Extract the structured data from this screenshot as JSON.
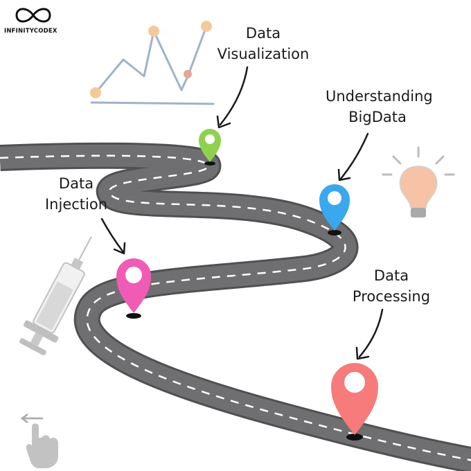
{
  "brand": {
    "name": "INFINITYCODEX"
  },
  "milestones": [
    {
      "line1": "Data",
      "line2": "Visualization",
      "color": "#8fd14f"
    },
    {
      "line1": "Understanding",
      "line2": "BigData",
      "color": "#3aa7ee"
    },
    {
      "line1": "Data",
      "line2": "Injection",
      "color": "#f05bb5"
    },
    {
      "line1": "Data",
      "line2": "Processing",
      "color": "#f77b7b"
    }
  ],
  "icons": [
    "infinity-logo-icon",
    "line-chart-icon",
    "lightbulb-icon",
    "syringe-icon",
    "swipe-hand-icon"
  ],
  "colors": {
    "road": "#6f6f71",
    "road_edge": "#4e4e50",
    "lane": "#ffffff",
    "chart_line": "#9fb2cc",
    "chart_node": "#f4c99a",
    "bulb": "#f6c3a6"
  }
}
